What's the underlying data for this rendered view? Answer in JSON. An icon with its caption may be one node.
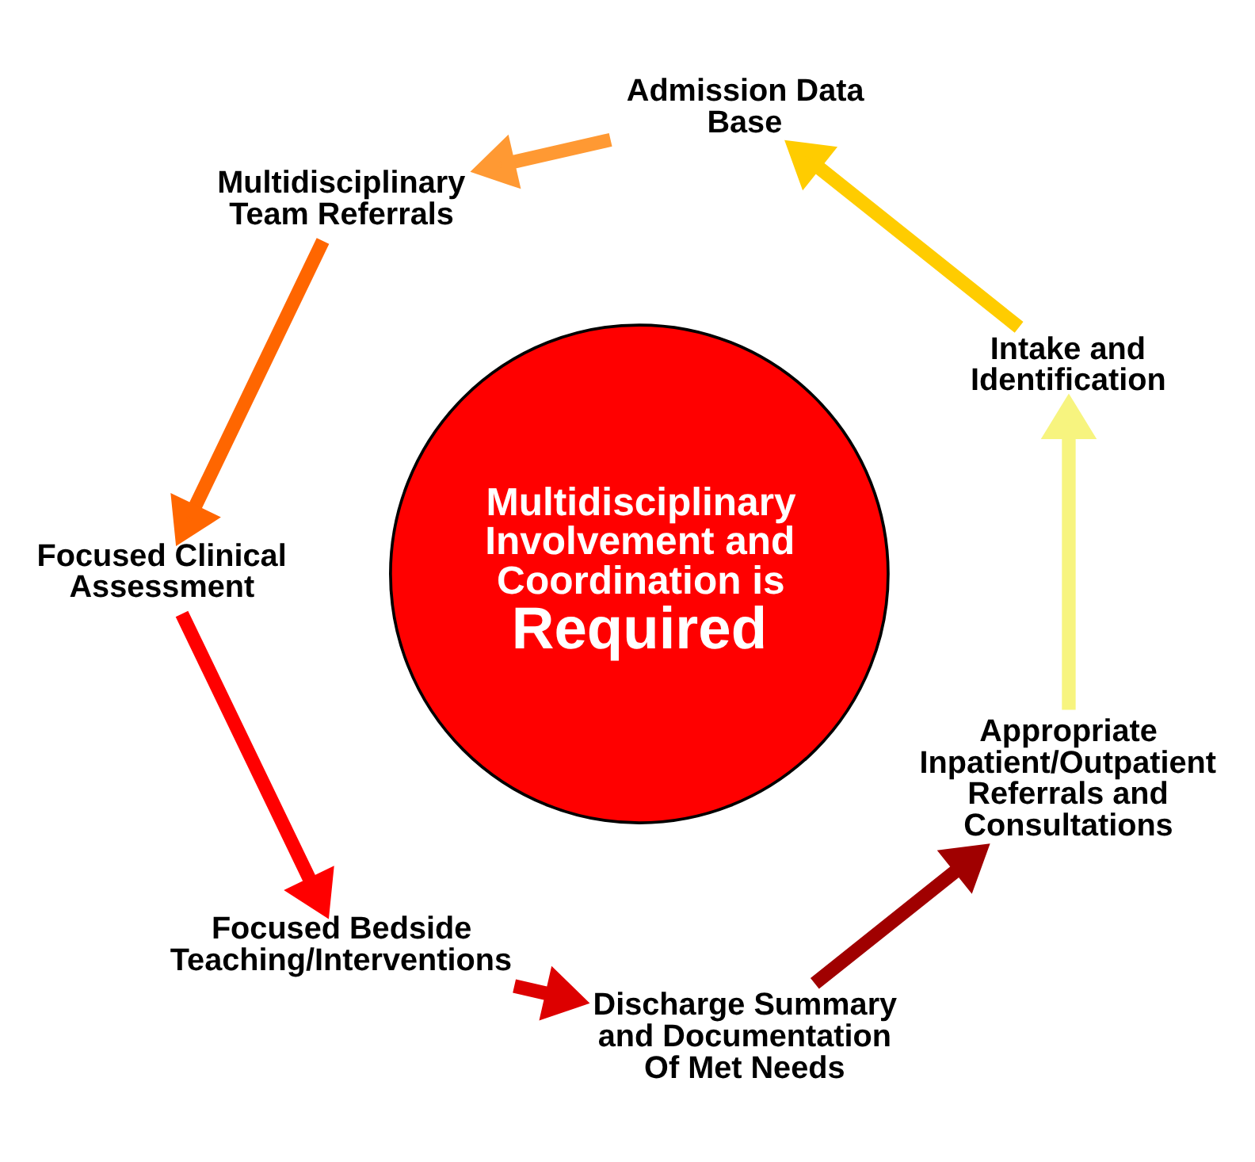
{
  "diagram": {
    "nodes": [
      {
        "text": [
          "Multidisciplinary Involvement and Coordination is",
          "Required"
        ]
      },
      {
        "text": [
          "Intake and Identification"
        ]
      },
      {
        "text": [
          "Admission Data Base"
        ]
      },
      {
        "text": [
          "Multidisciplinary Team Referrals"
        ]
      },
      {
        "text": [
          "Focused Clinical Assessment"
        ]
      },
      {
        "text": [
          "Focused Bedside Teaching/Interventions"
        ]
      },
      {
        "text": [
          "Discharge Summary and Documentation Of Met Needs"
        ]
      },
      {
        "text": [
          "Appropriate Inpatient/Outpatient Referrals and Consultations"
        ]
      }
    ],
    "edges": [
      {
        "from": 7,
        "to": 1,
        "arrow": "to",
        "color": "#f7f47f"
      },
      {
        "from": 1,
        "to": 2,
        "arrow": "to",
        "color": "#ffcc00"
      },
      {
        "from": 2,
        "to": 3,
        "arrow": "to",
        "color": "#ff9933"
      },
      {
        "from": 3,
        "to": 4,
        "arrow": "to",
        "color": "#ff6600"
      },
      {
        "from": 4,
        "to": 5,
        "arrow": "to",
        "color": "#ff0000"
      },
      {
        "from": 5,
        "to": 6,
        "arrow": "to",
        "color": "#dd0000"
      },
      {
        "from": 6,
        "to": 7,
        "arrow": "to",
        "color": "#a00000"
      }
    ]
  }
}
